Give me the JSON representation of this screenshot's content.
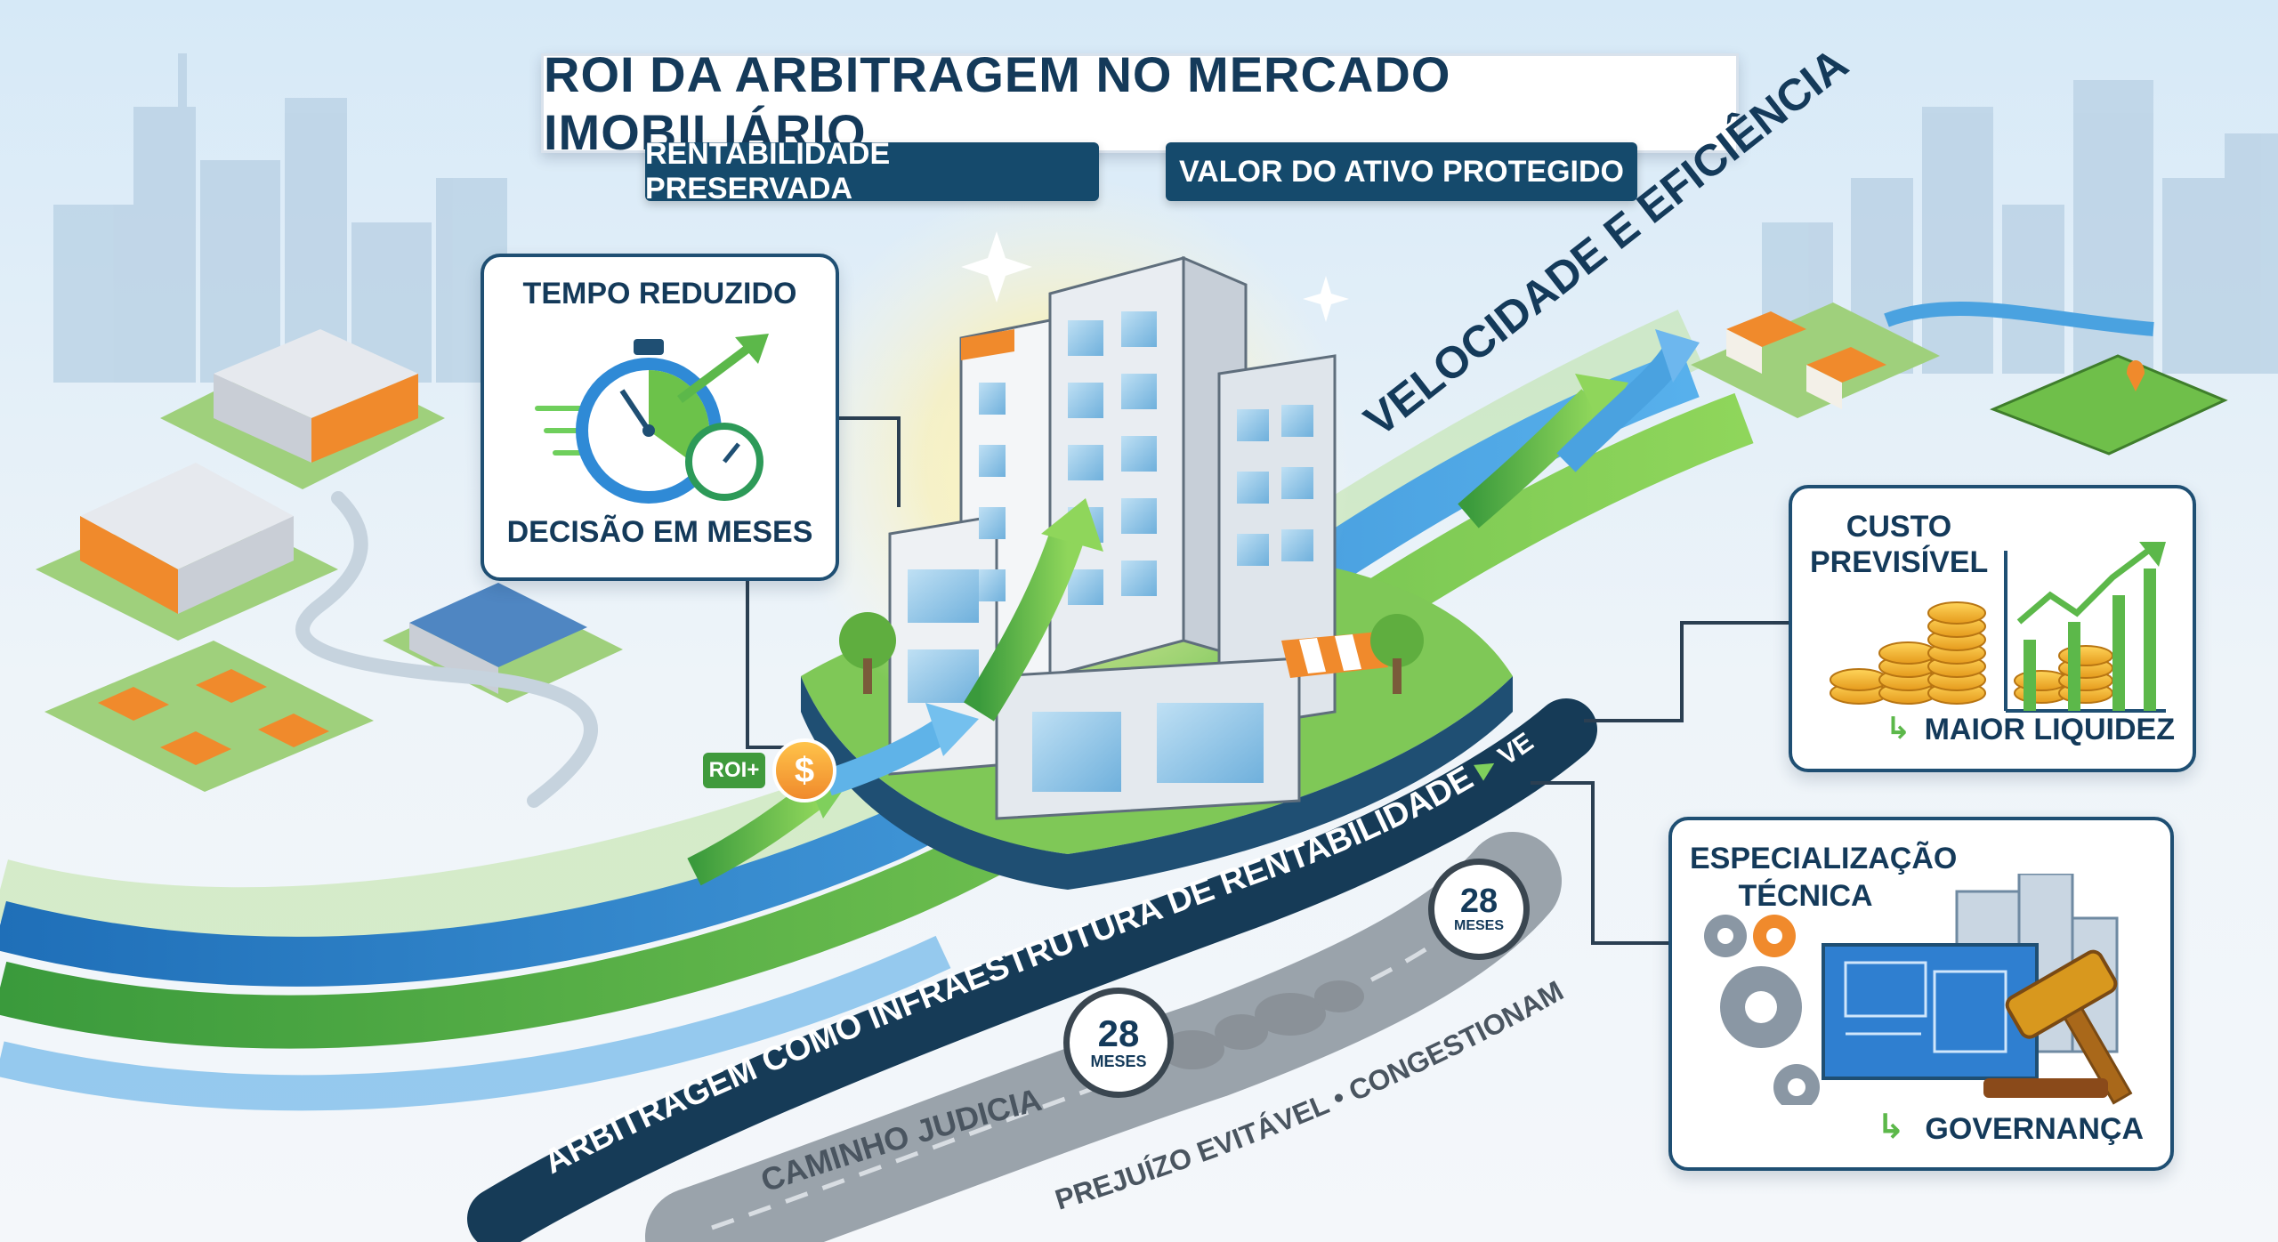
{
  "header": {
    "title": "ROI DA ARBITRAGEM NO MERCADO IMOBILIÁRIO",
    "badge_left": "RENTABILIDADE PRESERVADA",
    "badge_right": "VALOR DO ATIVO PROTEGIDO"
  },
  "card_time": {
    "title": "TEMPO REDUZIDO",
    "caption": "DECISÃO EM MESES"
  },
  "card_cost": {
    "title_line1": "CUSTO",
    "title_line2": "PREVISÍVEL",
    "caption": "MAIOR LIQUIDEZ"
  },
  "card_spec": {
    "title_line1": "ESPECIALIZAÇÃO",
    "title_line2": "TÉCNICA",
    "caption": "GOVERNANÇA"
  },
  "path": {
    "fast_label": "VELOCIDADE E EFICIÊNCIA",
    "ribbon_main": "ARBITRAGEM COMO INFRAESTRUTURA DE RENTABILIDADE",
    "ribbon_tail": "VELOCIDADE E EFICIÊNCIA",
    "roi_label": "ROI+",
    "currency_symbol": "$"
  },
  "judicial": {
    "road_label": "CAMINHO JUDICIAL",
    "side_label": "PREJUÍZO EVITÁVEL • CONGESTIONAMENTO",
    "timer1_value": "28",
    "timer1_unit": "MESES",
    "timer2_value": "28",
    "timer2_unit": "MESES"
  },
  "colors": {
    "navy": "#154a6c",
    "green": "#5cb84a",
    "blue": "#2f8ad6",
    "orange": "#f08a2c",
    "gold": "#f2b632"
  }
}
